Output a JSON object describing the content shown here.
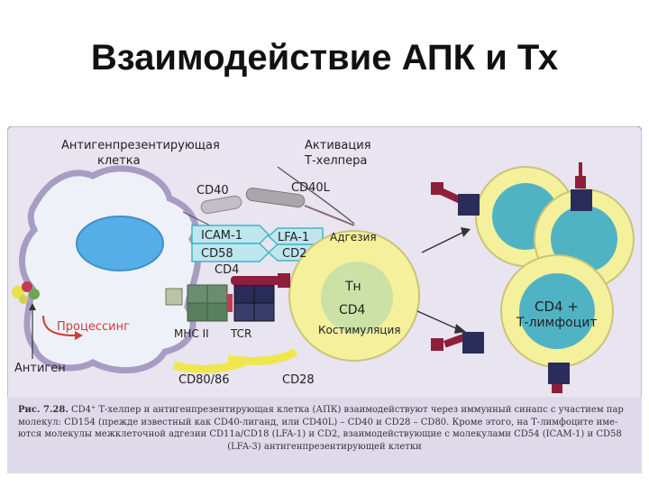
{
  "title": "Взаимодействие АПК и Тх",
  "diagram": {
    "apc_label_1": "Антигенпрезентирующая",
    "apc_label_2": "клетка",
    "activation_1": "Активация",
    "activation_2": "Т-хелпера",
    "cd40": "CD40",
    "cd40l": "CD40L",
    "icam1": "ICAM-1",
    "cd58": "CD58",
    "lfa1": "LFA-1",
    "cd2": "CD2",
    "adhesion": "Адгезия",
    "cd4_receptor": "CD4",
    "th_1": "Tн",
    "th_2": "CD4",
    "processing": "Процессинг",
    "mhc2": "MHC II",
    "tcr": "TCR",
    "costimulation": "Костимуляция",
    "antigen": "Антиген",
    "cd80_86": "CD80/86",
    "cd28": "CD28",
    "tlymph_1": "CD4 +",
    "tlymph_2": "Т-лимфоцит"
  },
  "caption": {
    "bold": "Рис. 7.28.",
    "line1": " CD4⁺ Т-хелпер и антигенпрезентирующая клетка (АПК) взаимодействуют через иммунный синапс с участием пар",
    "line2": "молекул: CD154 (прежде известный как CD40-лиганд, или CD40L) – CD40 и CD28 – CD80. Кроме этого, на Т-лимфоците име-",
    "line3": "ются молекулы межклеточной адгезии CD11a/CD18 (LFA-1) и CD2, взаимодействующие с молекулами CD54 (ICAM-1) и CD58",
    "line4": "(LFA-3) антигенпрезентирующей клетки"
  },
  "colors": {
    "frame_bg": "#e8e4f0",
    "apc_fill": "#eef1f8",
    "apc_nucleus": "#55aee8",
    "tcell_outer": "#f4f09c",
    "tcell_inner": "#4fb3c4",
    "mhc_green": "#6b8f6e",
    "tcr_navy": "#2a2d5a",
    "receptor_red": "#8e1f3b",
    "arrow_cyan": "#3fb7c7",
    "arrow_yellow": "#f0e84a",
    "processing_red": "#d13a3a"
  }
}
